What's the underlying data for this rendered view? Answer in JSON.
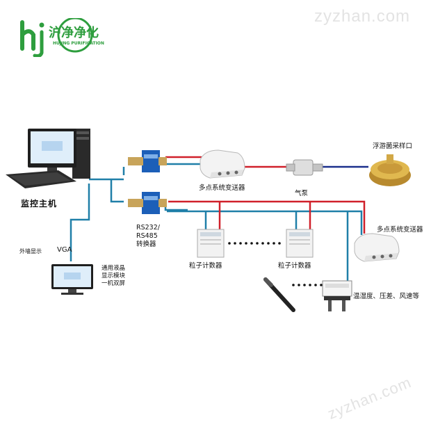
{
  "logo": {
    "mark": "hj",
    "name_cn": "沪净净化",
    "name_en": "HUJING PURIFICATION",
    "color": "#2e9e3e"
  },
  "watermark": "zyzhan.com",
  "labels": {
    "host": "监控主机",
    "external_display": "外墙显示",
    "vga": "VGA",
    "lcd_module": [
      "通用液晶",
      "显示模块",
      "一机双屏"
    ],
    "converter": [
      "RS232/",
      "RS485",
      "转换器"
    ],
    "transmitter_top": "多点系统变送器",
    "pump": "气泵",
    "sampler": "浮游菌采样口",
    "transmitter_right": "多点系统变送器",
    "particle_counter_1": "粒子计数器",
    "particle_counter_2": "粒子计数器",
    "sensors": "温湿度、压差、风速等"
  },
  "colors": {
    "data_line": "#1f7fa8",
    "red_line": "#d0202a",
    "blue_line": "#1a2f8c",
    "converter_blue": "#1c5fb8"
  }
}
